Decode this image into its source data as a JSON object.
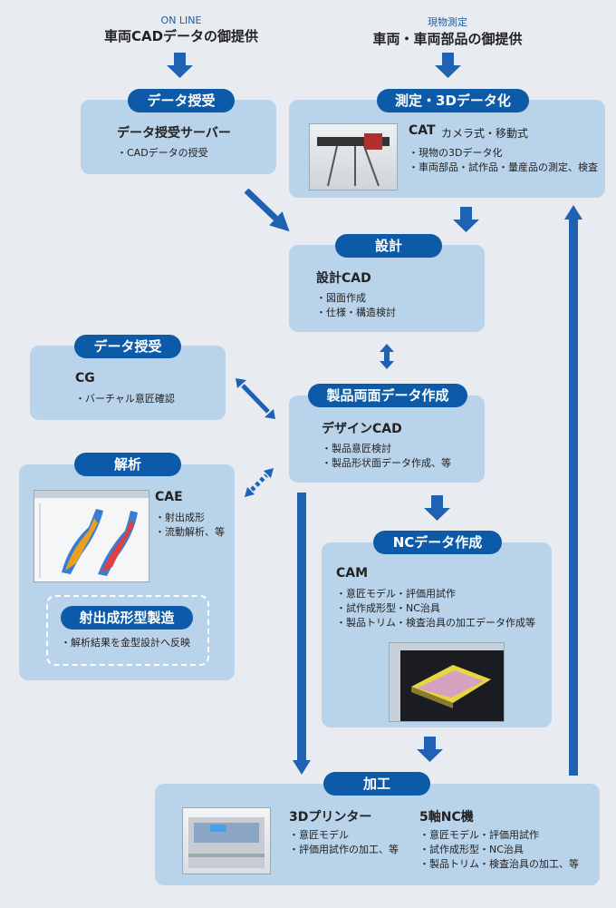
{
  "colors": {
    "background": "#e8ecf1",
    "panel": "#b9d3ea",
    "pill": "#0d5ba8",
    "arrow": "#1f62b4",
    "subtitle": "#1a5da8"
  },
  "top": {
    "left": {
      "small": "ON LINE",
      "title": "車両CADデータの御提供"
    },
    "right": {
      "small": "現物測定",
      "title": "車両・車両部品の御提供"
    }
  },
  "data_receive": {
    "label": "データ授受",
    "title": "データ授受サーバー",
    "bullets": [
      "・CADデータの授受"
    ]
  },
  "measure": {
    "label": "測定・3Dデータ化",
    "title": "CAT",
    "subtitle": "カメラ式・移動式",
    "bullets": [
      "・現物の3Dデータ化",
      "・車両部品・試作品・量産品の測定、検査"
    ]
  },
  "design": {
    "label": "設計",
    "title": "設計CAD",
    "bullets": [
      "・図面作成",
      "・仕様・構造検討"
    ]
  },
  "cg": {
    "label": "データ授受",
    "title": "CG",
    "bullets": [
      "・バーチャル意匠確認"
    ]
  },
  "product": {
    "label": "製品両面データ作成",
    "title": "デザインCAD",
    "bullets": [
      "・製品意匠検討",
      "・製品形状面データ作成、等"
    ]
  },
  "analysis": {
    "label": "解析",
    "title": "CAE",
    "bullets": [
      "・射出成形",
      "・流動解析、等"
    ]
  },
  "mold": {
    "label": "射出成形型製造",
    "bullets": [
      "・解析結果を金型設計へ反映"
    ]
  },
  "nc": {
    "label": "NCデータ作成",
    "title": "CAM",
    "bullets": [
      "・意匠モデル・評価用試作",
      "・試作成形型・NC治具",
      "・製品トリム・検査治具の加工データ作成等"
    ]
  },
  "machining": {
    "label": "加工",
    "printer": {
      "title": "3Dプリンター",
      "bullets": [
        "・意匠モデル",
        "・評価用試作の加工、等"
      ]
    },
    "nc5": {
      "title": "5軸NC機",
      "bullets": [
        "・意匠モデル・評価用試作",
        "・試作成形型・NC治具",
        "・製品トリム・検査治具の加工、等"
      ]
    }
  }
}
